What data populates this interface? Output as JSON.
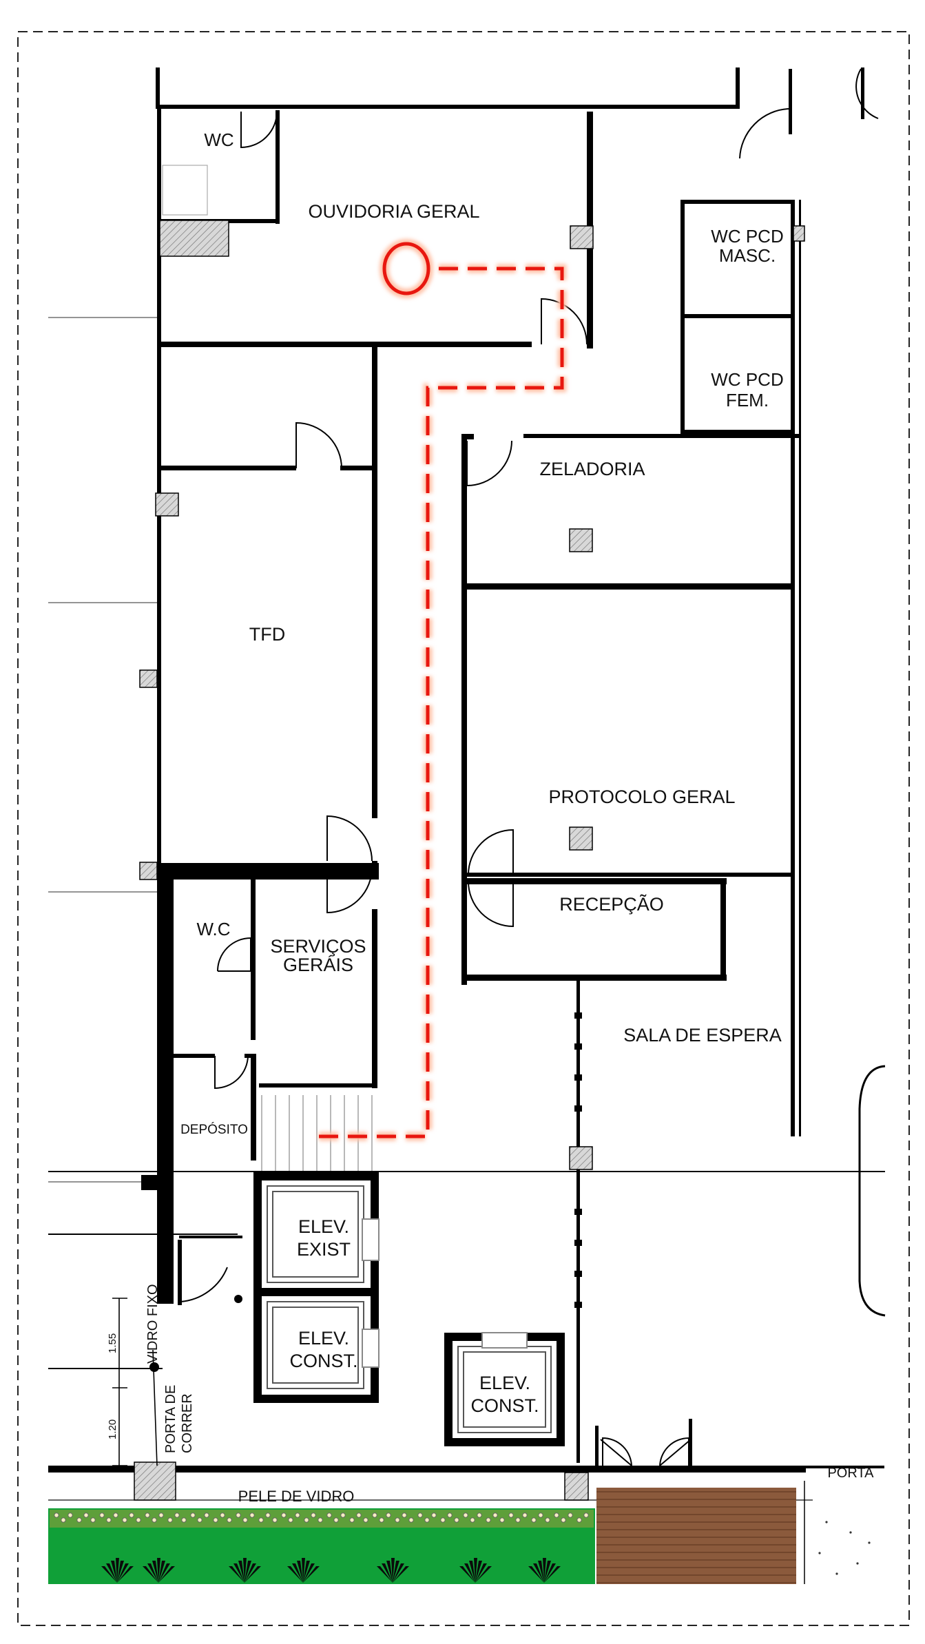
{
  "rooms": {
    "wc_top": "WC",
    "ouvidoria": "OUVIDORIA GERAL",
    "wc_pcd_masc_1": "WC PCD",
    "wc_pcd_masc_2": "MASC.",
    "wc_pcd_fem_1": "WC PCD",
    "wc_pcd_fem_2": "FEM.",
    "zeladoria": "ZELADORIA",
    "tfd": "TFD",
    "protocolo": "PROTOCOLO GERAL",
    "recepcao": "RECEPÇÃO",
    "wc_lower": "W.C",
    "servicos_1": "SERVIÇOS",
    "servicos_2": "GERÁIS",
    "sala_espera": "SALA DE ESPERA",
    "deposito": "DEPÓSITO",
    "elev_exist_1": "ELEV.",
    "elev_exist_2": "EXIST",
    "elev_const_a_1": "ELEV.",
    "elev_const_a_2": "CONST.",
    "elev_const_b_1": "ELEV.",
    "elev_const_b_2": "CONST."
  },
  "annotations": {
    "vidro_fixo": "VIDRO FIXO",
    "porta_de_correr_1": "PORTA DE",
    "porta_de_correr_2": "CORRER",
    "dim_upper": "1.55",
    "dim_lower": "1.20",
    "pele_de_vidro": "PELE DE VIDRO",
    "porta": "PORTA"
  },
  "colors": {
    "route": "#e8170f",
    "route_glow": "#ffb89a",
    "grass": "#10a038",
    "deck": "#8b5a3c",
    "wall": "#000000"
  }
}
